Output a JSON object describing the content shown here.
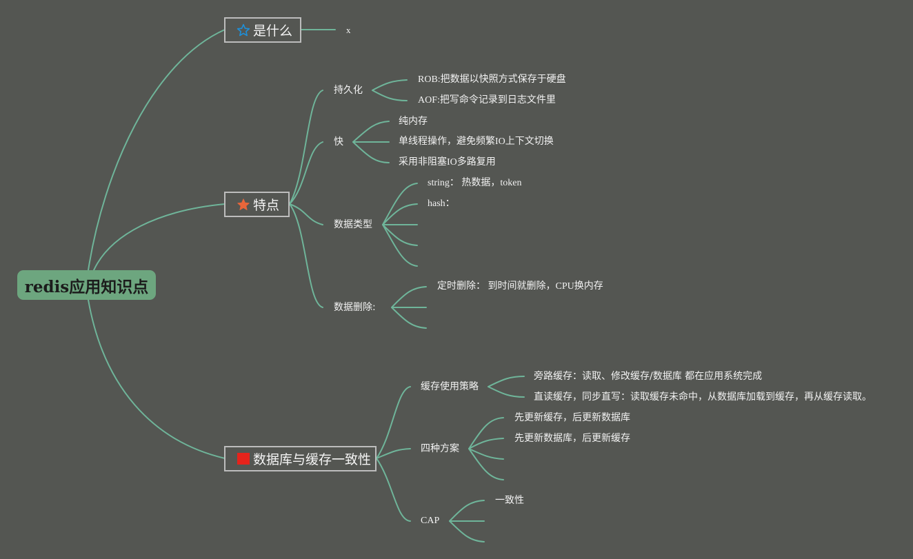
{
  "root": "redis应用知识点",
  "branches": {
    "what": {
      "label": "是什么",
      "icon": "star-outline-icon",
      "children": [
        "x"
      ]
    },
    "features": {
      "label": "特点",
      "icon": "star-filled-icon",
      "persistence": {
        "label": "持久化",
        "children": [
          "ROB:把数据以快照方式保存于硬盘",
          "AOF:把写命令记录到日志文件里"
        ]
      },
      "fast": {
        "label": "快",
        "children": [
          "纯内存",
          "单线程操作，避免频繁IO上下文切换",
          "采用非阻塞IO多路复用"
        ]
      },
      "datatypes": {
        "label": "数据类型",
        "children": [
          "string： 热数据，token",
          "hash："
        ]
      },
      "deletion": {
        "label": "数据删除:",
        "children": [
          "定时删除： 到时间就删除，CPU换内存"
        ]
      }
    },
    "consistency": {
      "label": "数据库与缓存一致性",
      "icon": "red-flag-icon",
      "strategy": {
        "label": "缓存使用策略",
        "children": [
          "旁路缓存：读取、修改缓存/数据库 都在应用系统完成",
          "直读缓存，同步直写：读取缓存未命中，从数据库加载到缓存，再从缓存读取。"
        ]
      },
      "four": {
        "label": "四种方案",
        "children": [
          "先更新缓存，后更新数据库",
          "先更新数据库，后更新缓存"
        ]
      },
      "cap": {
        "label": "CAP",
        "children": [
          "一致性"
        ]
      }
    }
  },
  "colors": {
    "background": "#545652",
    "link": "#6fb59a",
    "root": "#6da67f",
    "star_outline": "#1e8fd8",
    "star_filled": "#e8663a",
    "flag": "#e6231b"
  }
}
